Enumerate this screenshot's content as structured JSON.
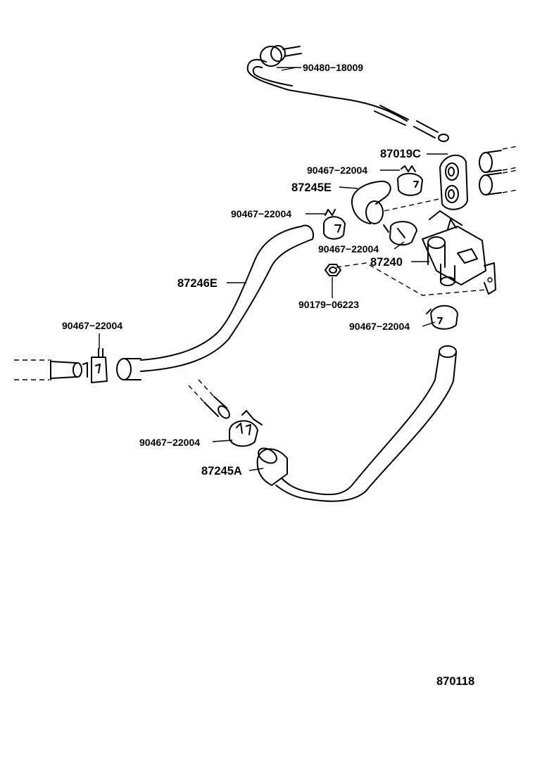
{
  "diagram": {
    "labels": {
      "p90480_18009": "90480−18009",
      "p87019C": "87019C",
      "p90467_a": "90467−22004",
      "p87245E": "87245E",
      "p90467_b": "90467−22004",
      "p90467_c": "90467−22004",
      "p87240": "87240",
      "p87246E": "87246E",
      "p90179_06223": "90179−06223",
      "p90467_d": "90467−22004",
      "p90467_e": "90467−22004",
      "p90467_f": "90467−22004",
      "p87245A": "87245A",
      "figure_number": "870118"
    }
  }
}
